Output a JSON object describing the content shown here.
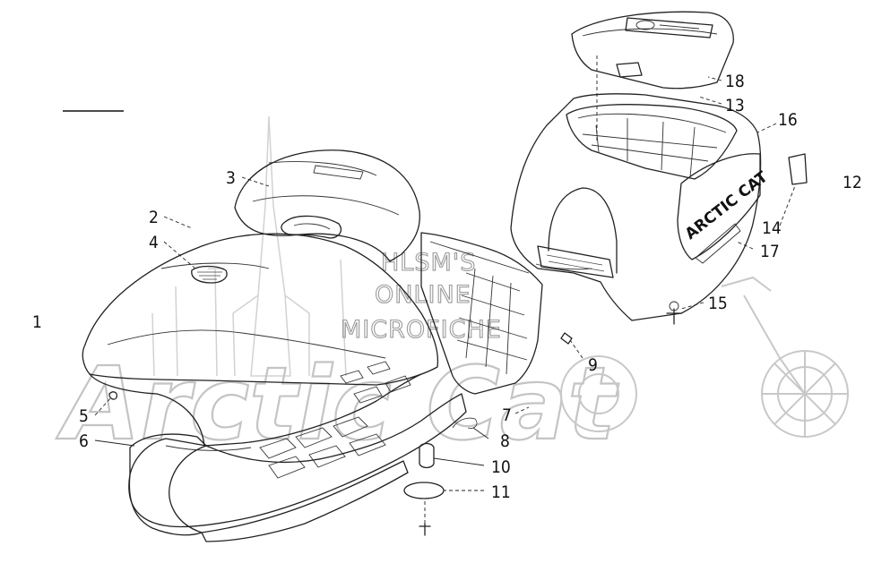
{
  "watermark": {
    "lines": [
      "HLSM'S",
      "ONLINE",
      "MICROFICHE"
    ],
    "logo_text": "Arctic Cat"
  },
  "decal": {
    "brand": "ARCTIC CAT"
  },
  "callouts": [
    {
      "id": "1",
      "label": "1"
    },
    {
      "id": "2",
      "label": "2"
    },
    {
      "id": "3",
      "label": "3"
    },
    {
      "id": "4",
      "label": "4"
    },
    {
      "id": "5",
      "label": "5"
    },
    {
      "id": "6",
      "label": "6"
    },
    {
      "id": "7",
      "label": "7"
    },
    {
      "id": "8",
      "label": "8"
    },
    {
      "id": "9",
      "label": "9"
    },
    {
      "id": "10",
      "label": "10"
    },
    {
      "id": "11",
      "label": "11"
    },
    {
      "id": "12",
      "label": "12"
    },
    {
      "id": "13",
      "label": "13"
    },
    {
      "id": "14",
      "label": "14"
    },
    {
      "id": "15",
      "label": "15"
    },
    {
      "id": "16",
      "label": "16"
    },
    {
      "id": "17",
      "label": "17"
    },
    {
      "id": "18",
      "label": "18"
    }
  ]
}
